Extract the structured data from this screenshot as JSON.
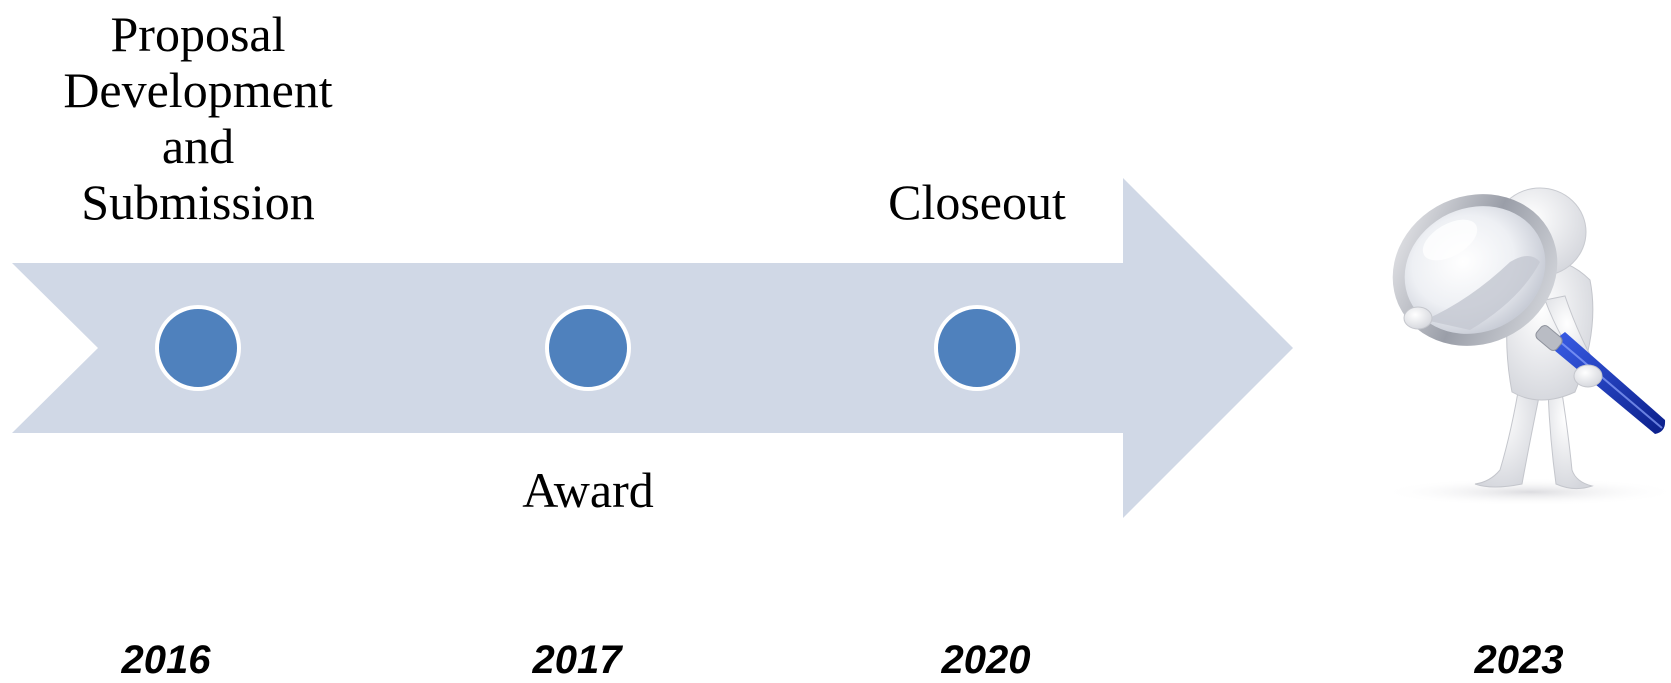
{
  "colors": {
    "arrow": "#d0d8e6",
    "milestone_dot": "#4f81bd",
    "milestone_ring": "#ffffff",
    "text": "#000000",
    "magnifier_handle": "#1f3fb8"
  },
  "milestones": [
    {
      "label_lines": [
        "Proposal",
        "Development",
        "and",
        "Submission"
      ],
      "position": "above"
    },
    {
      "label_lines": [
        "Award"
      ],
      "position": "below"
    },
    {
      "label_lines": [
        "Closeout"
      ],
      "position": "above"
    }
  ],
  "years": [
    "2016",
    "2017",
    "2020",
    "2023"
  ],
  "illustration": {
    "icon": "figure-with-magnifying-glass-icon"
  }
}
